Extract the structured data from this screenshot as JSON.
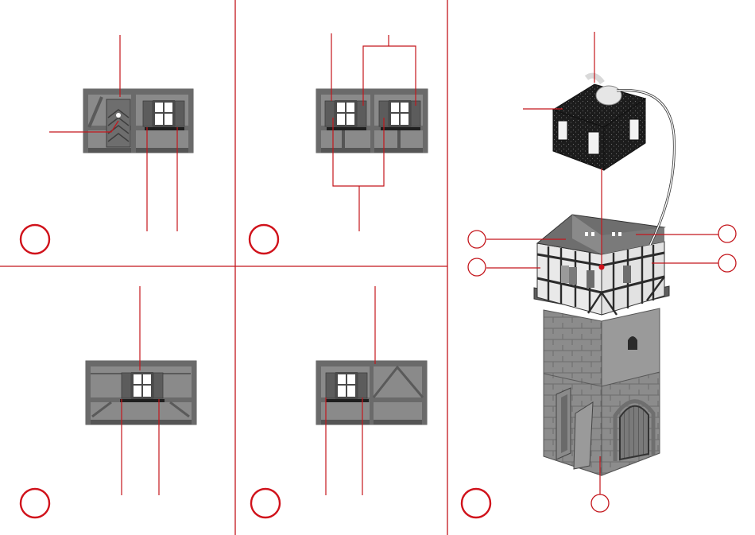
{
  "colors": {
    "accent_red": "#c4161c",
    "wall_gray": "#8a8a8a",
    "stone_gray": "#7f7f7f",
    "roof_black": "#1c1c1c",
    "background": "#ffffff"
  },
  "steps": [
    {
      "panel": "top-left",
      "parts": [
        "wall-with-door-and-window"
      ]
    },
    {
      "panel": "top-middle",
      "parts": [
        "wall-with-two-windows"
      ]
    },
    {
      "panel": "bottom-left",
      "parts": [
        "wall-with-center-window"
      ]
    },
    {
      "panel": "bottom-middle",
      "parts": [
        "wall-with-left-window-and-cross-brace"
      ]
    },
    {
      "panel": "bottom-right",
      "parts": [
        "assembled-tower",
        "roof-block-with-cable"
      ]
    }
  ],
  "icons": [
    "roof-block",
    "tower-model",
    "half-timbered-wall"
  ]
}
